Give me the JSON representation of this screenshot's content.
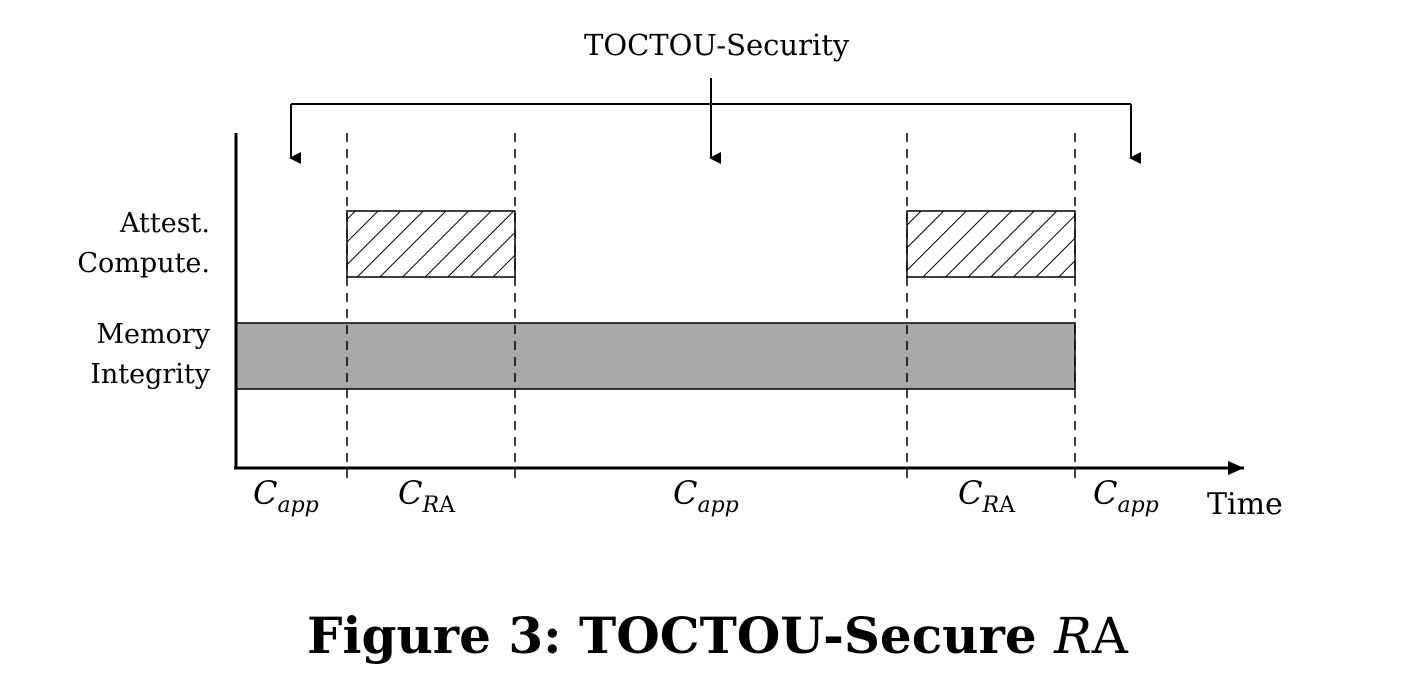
{
  "top_label": "TOCTOU-Security",
  "row_labels": {
    "attest_line1": "Attest.",
    "attest_line2": "Compute.",
    "memory_line1": "Memory",
    "memory_line2": "Integrity"
  },
  "segments": [
    {
      "main": "C",
      "sub": "app"
    },
    {
      "main": "C",
      "sub_r": "R",
      "sub_a": "A"
    },
    {
      "main": "C",
      "sub": "app"
    },
    {
      "main": "C",
      "sub_r": "R",
      "sub_a": "A"
    },
    {
      "main": "C",
      "sub": "app"
    }
  ],
  "time_label": "Time",
  "caption": {
    "text": "Figure 3: TOCTOU-Secure ",
    "sym_r": "R",
    "sym_a": "A"
  },
  "colors": {
    "memory_fill": "#a9a9a9",
    "stroke": "#000000"
  }
}
